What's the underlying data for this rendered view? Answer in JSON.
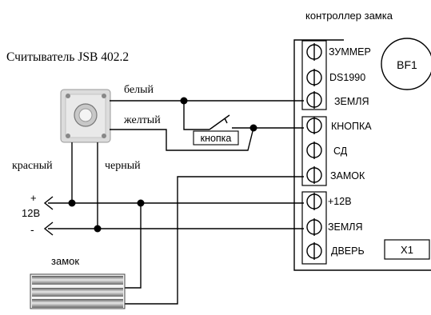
{
  "controller": {
    "title": "контроллер замка",
    "buzzer": "BF1",
    "connector": "X1",
    "terminals": [
      "ЗУММЕР",
      "DS1990",
      "ЗЕМЛЯ",
      "КНОПКА",
      "СД",
      "ЗАМОК",
      "+12В",
      "ЗЕМЛЯ",
      "ДВЕРЬ"
    ]
  },
  "reader": {
    "title": "Считыватель JSB 402.2",
    "wires": {
      "white": "белый",
      "yellow": "желтый",
      "red": "красный",
      "black": "черный"
    }
  },
  "button": {
    "label": "кнопка"
  },
  "power": {
    "plus": "+",
    "voltage": "12В",
    "minus": "-"
  },
  "lock": {
    "label": "замок"
  }
}
